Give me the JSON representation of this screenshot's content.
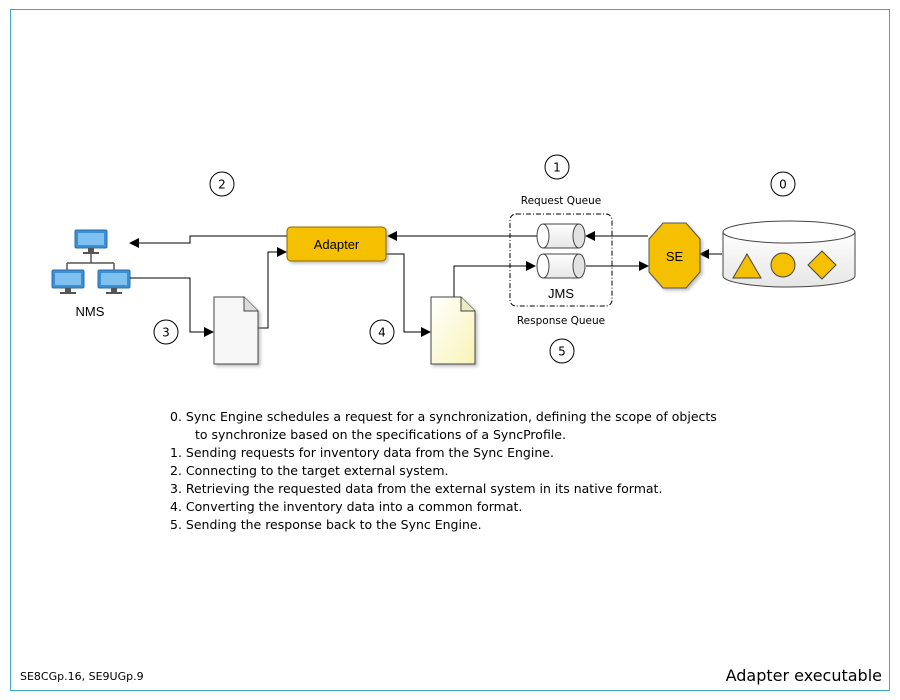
{
  "diagram": {
    "nodes": {
      "nms": "NMS",
      "adapter": "Adapter",
      "se": "SE",
      "jms": "JMS",
      "request_queue": "Request Queue",
      "response_queue": "Response Queue"
    },
    "step_markers": [
      "0",
      "1",
      "2",
      "3",
      "4",
      "5"
    ],
    "colors": {
      "accent_yellow": "#f5c000",
      "doc_yellow": "#fdfbd0",
      "frame_border": "#3fa9c9",
      "network_blue": "#3c8fd2"
    }
  },
  "steps": [
    {
      "number": "0.",
      "text": "Sync Engine schedules a request for a synchronization, defining the scope of objects",
      "continuation": "to  synchronize based on the specifications of a SyncProfile."
    },
    {
      "number": "1.",
      "text": "Sending requests for inventory data from the Sync Engine."
    },
    {
      "number": "2.",
      "text": "Connecting to the target external system."
    },
    {
      "number": "3.",
      "text": "Retrieving the requested data from the external system in its native format."
    },
    {
      "number": "4.",
      "text": "Converting the inventory data into a common format."
    },
    {
      "number": "5.",
      "text": "Sending the response back to the Sync Engine."
    }
  ],
  "footer": {
    "left": "SE8CGp.16, SE9UGp.9",
    "right": "Adapter executable"
  }
}
